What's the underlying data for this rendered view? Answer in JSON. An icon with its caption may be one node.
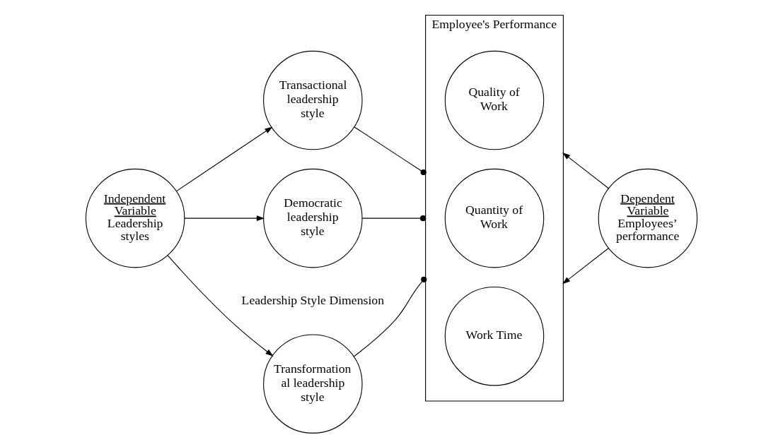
{
  "diagram": {
    "nodes": [
      {
        "text": [
          "Independent Variable",
          "Leadership styles"
        ]
      },
      {
        "text": [
          "Transformation al leadership style"
        ]
      },
      {
        "text": [
          "Transactional leadership style"
        ]
      },
      {
        "text": [
          "Democratic leadership style"
        ]
      },
      {
        "text": [
          "Employee's Performance"
        ]
      },
      {
        "text": [
          "Quality of Work"
        ],
        "in": 4
      },
      {
        "text": [
          "Quantity of Work"
        ],
        "in": 4
      },
      {
        "text": [
          "Work Time"
        ],
        "in": 4
      },
      {
        "text": [
          "Dependent Variable",
          "Employees’ performance"
        ]
      }
    ],
    "edges": [
      {
        "from": 0,
        "to": 1,
        "arrow": "to"
      },
      {
        "from": 0,
        "to": 2,
        "arrow": "to"
      },
      {
        "from": 0,
        "to": 3,
        "arrow": "to"
      },
      {
        "from": 1,
        "to": 4,
        "arrow": "other"
      },
      {
        "from": 2,
        "to": 4,
        "arrow": "other"
      },
      {
        "from": 3,
        "to": 4,
        "arrow": "other"
      },
      {
        "from": 8,
        "to": 4,
        "arrow": "to"
      },
      {
        "from": 8,
        "to": 4,
        "arrow": "to"
      }
    ],
    "labels": [
      "Leadership Style Dimension"
    ]
  }
}
